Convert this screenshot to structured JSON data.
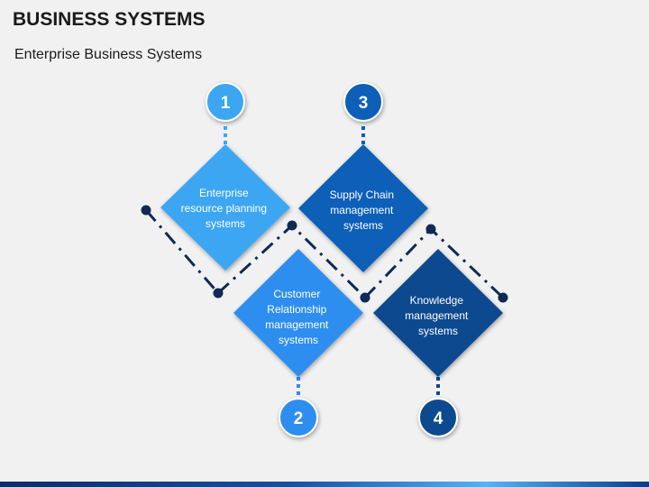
{
  "header": {
    "title": "BUSINESS SYSTEMS",
    "subtitle": "Enterprise Business Systems"
  },
  "steps": [
    {
      "number": "1",
      "lines": [
        "Enterprise",
        "resource planning",
        "systems"
      ],
      "color": "#3ca6f3",
      "badge_color": "#3ca6f3"
    },
    {
      "number": "2",
      "lines": [
        "Customer",
        "Relationship",
        "management",
        "systems"
      ],
      "color": "#2e8ef0",
      "badge_color": "#2e8ef0"
    },
    {
      "number": "3",
      "lines": [
        "Supply Chain",
        "management",
        "systems"
      ],
      "color": "#0c5fb8",
      "badge_color": "#0c5fb8"
    },
    {
      "number": "4",
      "lines": [
        "Knowledge",
        "management",
        "systems"
      ],
      "color": "#0a4a8f",
      "badge_color": "#0a4a8f"
    }
  ],
  "colors": {
    "connector": "#0e2a55",
    "text_on_shape": "#ffffff",
    "background": "#f1f1f1"
  }
}
